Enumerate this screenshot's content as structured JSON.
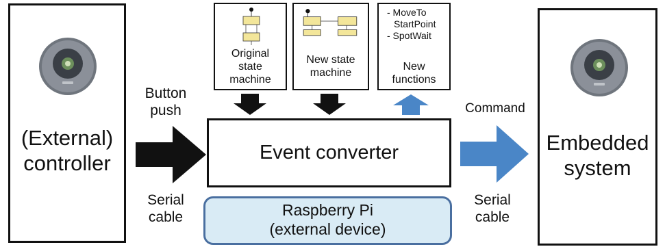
{
  "colors": {
    "blue_arrow": "#4a86c7",
    "black_arrow": "#111111",
    "raspberry_fill": "#d9ebf5",
    "raspberry_border": "#4a6fa0"
  },
  "left_box": {
    "line1": "(External)",
    "line2": "controller",
    "image": "robot-vacuum-image"
  },
  "right_box": {
    "line1": "Embedded",
    "line2": "system",
    "image": "robot-vacuum-image"
  },
  "inputs": {
    "original": {
      "line1": "Original",
      "line2": "state",
      "line3": "machine"
    },
    "new_sm": {
      "line1": "New state",
      "line2": "machine"
    },
    "functions": {
      "item1": "- MoveTo",
      "item1b": "StartPoint",
      "item2": "- SpotWait",
      "line1": "New",
      "line2": "functions"
    }
  },
  "center": {
    "label": "Event converter"
  },
  "raspberry": {
    "line1": "Raspberry Pi",
    "line2": "(external device)"
  },
  "left_arrow": {
    "top1": "Button",
    "top2": "push",
    "bottom1": "Serial",
    "bottom2": "cable"
  },
  "right_arrow": {
    "top": "Command",
    "bottom1": "Serial",
    "bottom2": "cable"
  }
}
